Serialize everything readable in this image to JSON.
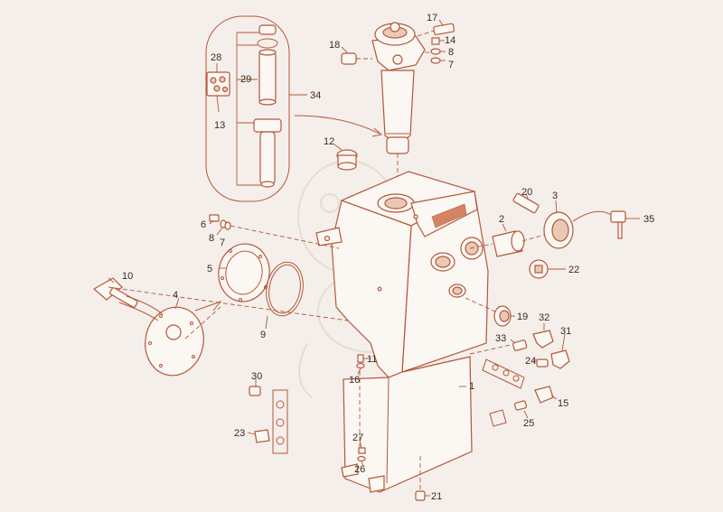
{
  "colors": {
    "line": "#b5573a",
    "fill": "#fbf7f3",
    "background": "#f4efea",
    "label": "#3a2a22"
  },
  "callouts": [
    {
      "id": "c1",
      "text": "1"
    },
    {
      "id": "c2",
      "text": "2"
    },
    {
      "id": "c3",
      "text": "3"
    },
    {
      "id": "c4",
      "text": "4"
    },
    {
      "id": "c5",
      "text": "5"
    },
    {
      "id": "c6",
      "text": "6"
    },
    {
      "id": "c7a",
      "text": "7"
    },
    {
      "id": "c7b",
      "text": "7"
    },
    {
      "id": "c8a",
      "text": "8"
    },
    {
      "id": "c8b",
      "text": "8"
    },
    {
      "id": "c9",
      "text": "9"
    },
    {
      "id": "c10",
      "text": "10"
    },
    {
      "id": "c11",
      "text": "11"
    },
    {
      "id": "c12",
      "text": "12"
    },
    {
      "id": "c13",
      "text": "13"
    },
    {
      "id": "c14",
      "text": "14"
    },
    {
      "id": "c15",
      "text": "15"
    },
    {
      "id": "c16",
      "text": "16"
    },
    {
      "id": "c17",
      "text": "17"
    },
    {
      "id": "c18",
      "text": "18"
    },
    {
      "id": "c19",
      "text": "19"
    },
    {
      "id": "c20",
      "text": "20"
    },
    {
      "id": "c21",
      "text": "21"
    },
    {
      "id": "c22",
      "text": "22"
    },
    {
      "id": "c23",
      "text": "23"
    },
    {
      "id": "c24",
      "text": "24"
    },
    {
      "id": "c25",
      "text": "25"
    },
    {
      "id": "c26",
      "text": "26"
    },
    {
      "id": "c27",
      "text": "27"
    },
    {
      "id": "c28",
      "text": "28"
    },
    {
      "id": "c29",
      "text": "29"
    },
    {
      "id": "c30",
      "text": "30"
    },
    {
      "id": "c31",
      "text": "31"
    },
    {
      "id": "c32",
      "text": "32"
    },
    {
      "id": "c33",
      "text": "33"
    },
    {
      "id": "c34",
      "text": "34"
    },
    {
      "id": "c35",
      "text": "35"
    }
  ]
}
